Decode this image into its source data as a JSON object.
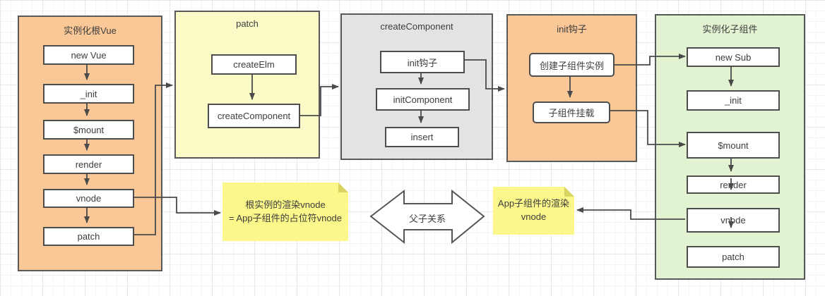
{
  "diagram": {
    "containers": [
      {
        "title": "实例化根Vue",
        "nodes": [
          "new Vue",
          "_init",
          "$mount",
          "render",
          "vnode",
          "patch"
        ]
      },
      {
        "title": "patch",
        "nodes": [
          "createElm",
          "createComponent"
        ]
      },
      {
        "title": "createComponent",
        "nodes": [
          "init钩子",
          "initComponent",
          "insert"
        ]
      },
      {
        "title": "init钩子",
        "nodes": [
          "创建子组件实例",
          "子组件挂载"
        ]
      },
      {
        "title": "实例化子组件",
        "nodes": [
          "new Sub",
          "_init",
          "$mount",
          "render",
          "vnode",
          "patch"
        ]
      }
    ],
    "notes": [
      {
        "line1": "根实例的渲染vnode",
        "line2": "= App子组件的占位符vnode"
      },
      {
        "line1": "App子组件的渲染",
        "line2": "vnode"
      }
    ],
    "relation_label": "父子关系",
    "colors": {
      "container_orange": "#FAC897",
      "container_yellow": "#FBFBC8",
      "container_gray": "#E3E3E3",
      "container_green": "#E2F3D2",
      "sticky_yellow": "#FCF78A",
      "shape_border": "#555555",
      "connector": "#4A4A4A"
    }
  }
}
